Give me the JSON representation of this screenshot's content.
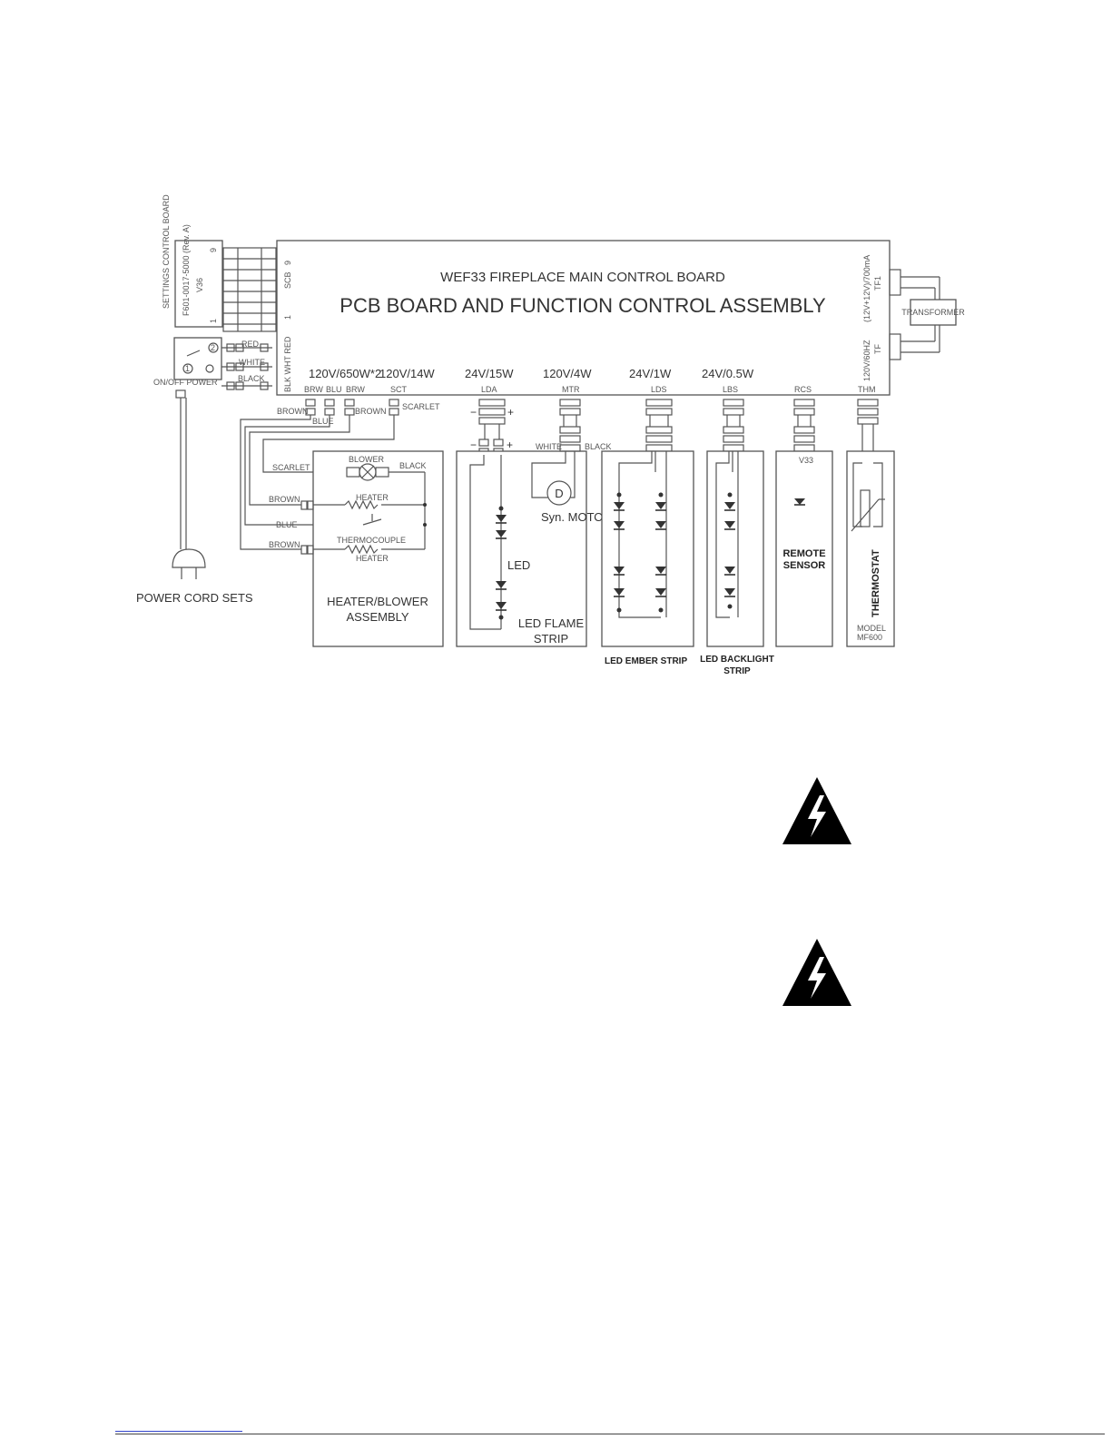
{
  "board": {
    "subtitle": "WEF33  FIREPLACE MAIN CONTROL BOARD",
    "title": "PCB BOARD AND FUNCTION CONTROL ASSEMBLY",
    "scb_label": "SCB",
    "scb_pin_top": "9",
    "scb_pin_bottom": "1",
    "tf1_label": "TF1",
    "tf1_rating": "(12V+12V)/700mA",
    "tf_label": "TF",
    "tf_rating": "120V/60HZ",
    "side_wires": "BLK WHT RED"
  },
  "settings_board": {
    "title": "SETTINGS CONTROL BOARD",
    "part": "F601-0017-5000 (Rev. A)",
    "model": "V36",
    "pin_top": "9",
    "pin_bottom": "1"
  },
  "switch": {
    "label": "ON/OFF POWER",
    "pos1": "1",
    "pos2": "2",
    "wires": [
      "RED",
      "WHITE",
      "BLACK"
    ]
  },
  "transformer": {
    "label": "TRANSFORMER"
  },
  "ratings": {
    "heater": "120V/650W*2",
    "blower": "120V/14W",
    "led_flame": "24V/15W",
    "motor": "120V/4W",
    "ember": "24V/1W",
    "backlight": "24V/0.5W"
  },
  "connectors": {
    "brw": "BRW",
    "blu": "BLU",
    "brw2": "BRW",
    "sct": "SCT",
    "lda": "LDA",
    "mtr": "MTR",
    "lds": "LDS",
    "lbs": "LBS",
    "rcs": "RCS",
    "thm": "THM"
  },
  "wires": {
    "brown": "BROWN",
    "blue": "BLUE",
    "scarlet": "SCARLET",
    "black": "BLACK",
    "white": "WHITE"
  },
  "heater_assembly": {
    "blower": "BLOWER",
    "heater": "HEATER",
    "thermocouple": "THERMOCOUPLE",
    "heater2": "HEATER",
    "name_line1": "HEATER/BLOWER",
    "name_line2": "ASSEMBLY"
  },
  "led_flame_strip": {
    "led": "LED",
    "plus": "+",
    "minus": "−",
    "name_line1": "LED FLAME",
    "name_line2": "STRIP"
  },
  "motor": {
    "symbol": "D",
    "label": "Syn. MOTOR"
  },
  "ember_strip": {
    "name": "LED EMBER STRIP"
  },
  "backlight_strip": {
    "name_line1": "LED BACKLIGHT",
    "name_line2": "STRIP"
  },
  "remote": {
    "code": "V33",
    "name_line1": "REMOTE",
    "name_line2": "SENSOR"
  },
  "thermostat": {
    "name": "THERMOSTAT",
    "model_line1": "MODEL",
    "model_line2": "MF600"
  },
  "power_cord": {
    "label": "POWER CORD SETS"
  },
  "colors": {
    "line": "#555555",
    "text": "#333333",
    "warning": "#000000"
  },
  "icons": [
    "warning-electric-shock-icon",
    "warning-electric-shock-icon"
  ]
}
